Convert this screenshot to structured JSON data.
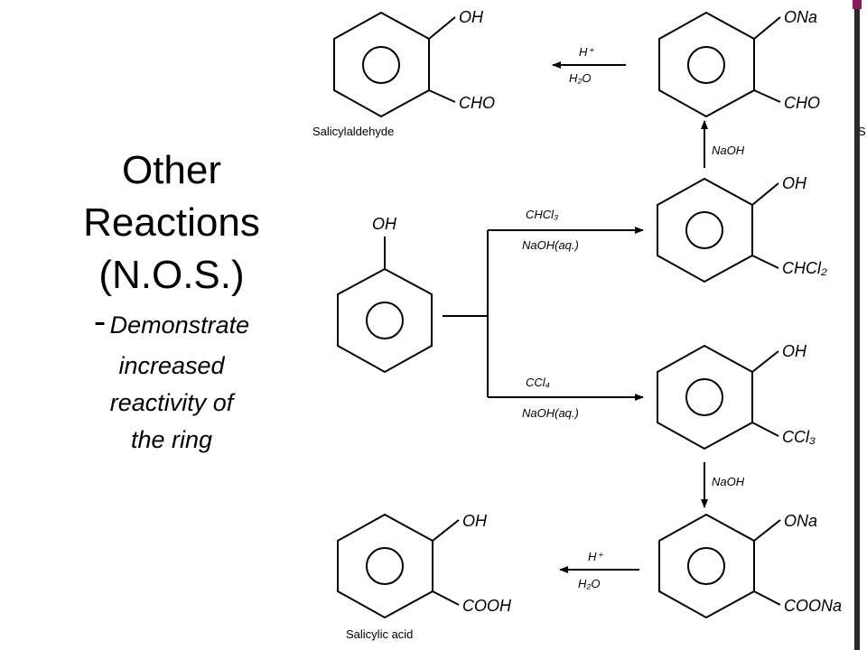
{
  "slide": {
    "title_lines": [
      "Other",
      "Reactions",
      "(N.O.S.)"
    ],
    "subtitle_dash": "-",
    "subtitle_lines": [
      "Demonstrate",
      "increased",
      "reactivity of",
      "the ring"
    ]
  },
  "diagram": {
    "phenol": {
      "group": "OH"
    },
    "upper_arrow": {
      "top": "CHCl₃",
      "bottom": "NaOH(aq.)"
    },
    "lower_arrow": {
      "top": "CCl₄",
      "bottom": "NaOH(aq.)"
    },
    "dichloro": {
      "g1": "OH",
      "g2": "CHCl₂"
    },
    "trichloro": {
      "g1": "OH",
      "g2": "CCl₃"
    },
    "naoh_up": {
      "label": "NaOH"
    },
    "naoh_down": {
      "label": "NaOH"
    },
    "sodium_aldehyde": {
      "g1": "ONa",
      "g2": "CHO"
    },
    "sodium_carboxylate": {
      "g1": "ONa",
      "g2": "COONa"
    },
    "top_acid_arrow": {
      "top": "H⁺",
      "bottom": "H₂O"
    },
    "bottom_acid_arrow": {
      "top": "H⁺",
      "bottom": "H₂O"
    },
    "salicylaldehyde": {
      "g1": "OH",
      "g2": "CHO",
      "name": "Salicylaldehyde"
    },
    "salicylic_acid": {
      "g1": "OH",
      "g2": "COOH",
      "name": "Salicylic acid"
    },
    "edge_fragment": "S"
  }
}
